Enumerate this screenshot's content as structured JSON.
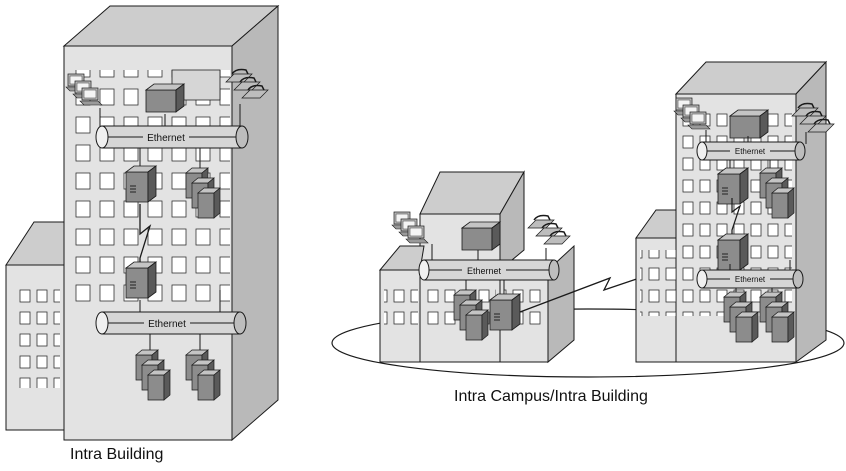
{
  "labels": {
    "ethernet_1": "Ethernet",
    "ethernet_2": "Ethernet",
    "ethernet_3": "Ethernet",
    "ethernet_4": "Ethernet",
    "ethernet_5": "Ethernet"
  },
  "captions": {
    "intra_building": "Intra Building",
    "intra_campus": "Intra Campus/Intra Building"
  },
  "colors": {
    "wall_front": "#e3e3e3",
    "wall_side": "#b9b9b9",
    "wall_top": "#cdcdcd",
    "window": "#ffffff",
    "device": "#8c8c8c",
    "device_dark": "#5a5a5a",
    "outline": "#1a1a1a"
  }
}
